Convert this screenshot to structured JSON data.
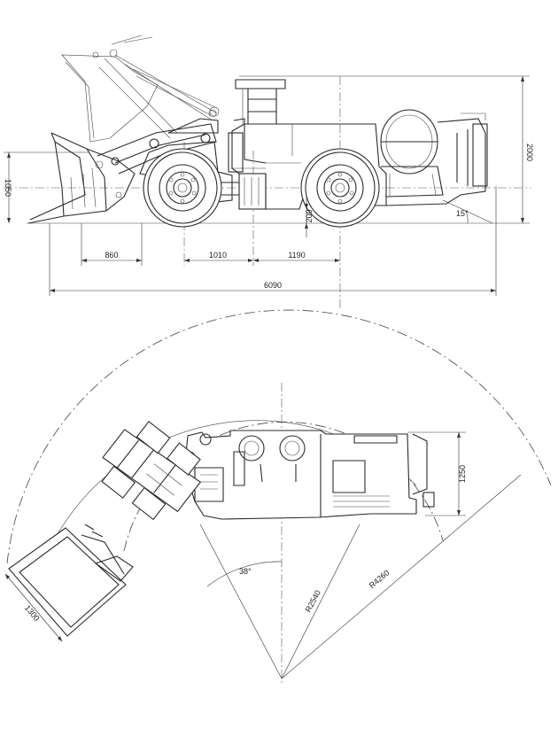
{
  "side_view": {
    "dim_bucket_height": "1050",
    "dim_bucket_reach": "860",
    "dim_front_axle": "1010",
    "dim_rear_axle": "1190",
    "dim_overall_length": "6090",
    "dim_overall_height": "2000",
    "dim_ground_clearance": "200",
    "dim_departure_angle": "15°"
  },
  "top_view": {
    "dim_width": "1250",
    "dim_articulation_angle": "38°",
    "dim_inner_radius": "R2540",
    "dim_outer_radius": "R4260",
    "dim_bucket_width": "1300"
  }
}
